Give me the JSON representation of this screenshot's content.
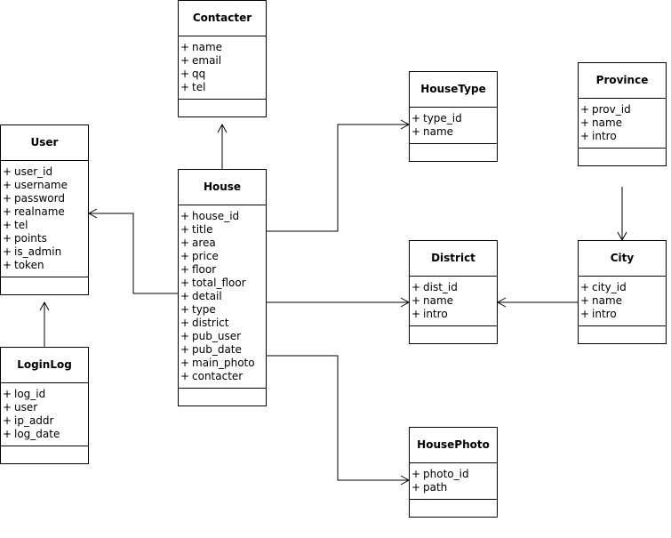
{
  "classes": [
    {
      "id": "contacter",
      "name": "Contacter",
      "attributes": [
        "name",
        "email",
        "qq",
        "tel"
      ]
    },
    {
      "id": "user",
      "name": "User",
      "attributes": [
        "user_id",
        "username",
        "password",
        "realname",
        "tel",
        "points",
        "is_admin",
        "token"
      ]
    },
    {
      "id": "house",
      "name": "House",
      "attributes": [
        "house_id",
        "title",
        "area",
        "price",
        "floor",
        "total_floor",
        "detail",
        "type",
        "district",
        "pub_user",
        "pub_date",
        "main_photo",
        "contacter"
      ]
    },
    {
      "id": "housetype",
      "name": "HouseType",
      "attributes": [
        "type_id",
        "name"
      ]
    },
    {
      "id": "province",
      "name": "Province",
      "attributes": [
        "prov_id",
        "name",
        "intro"
      ]
    },
    {
      "id": "district",
      "name": "District",
      "attributes": [
        "dist_id",
        "name",
        "intro"
      ]
    },
    {
      "id": "city",
      "name": "City",
      "attributes": [
        "city_id",
        "name",
        "intro"
      ]
    },
    {
      "id": "loginlog",
      "name": "LoginLog",
      "attributes": [
        "log_id",
        "user",
        "ip_addr",
        "log_date"
      ]
    },
    {
      "id": "housephoto",
      "name": "HousePhoto",
      "attributes": [
        "photo_id",
        "path"
      ]
    }
  ],
  "attribute_prefix": "+",
  "associations": [
    {
      "from": "house",
      "to": "contacter"
    },
    {
      "from": "house",
      "to": "user"
    },
    {
      "from": "house",
      "to": "housetype"
    },
    {
      "from": "house",
      "to": "district"
    },
    {
      "from": "house",
      "to": "housephoto"
    },
    {
      "from": "loginlog",
      "to": "user"
    },
    {
      "from": "province",
      "to": "city"
    },
    {
      "from": "city",
      "to": "district"
    }
  ]
}
